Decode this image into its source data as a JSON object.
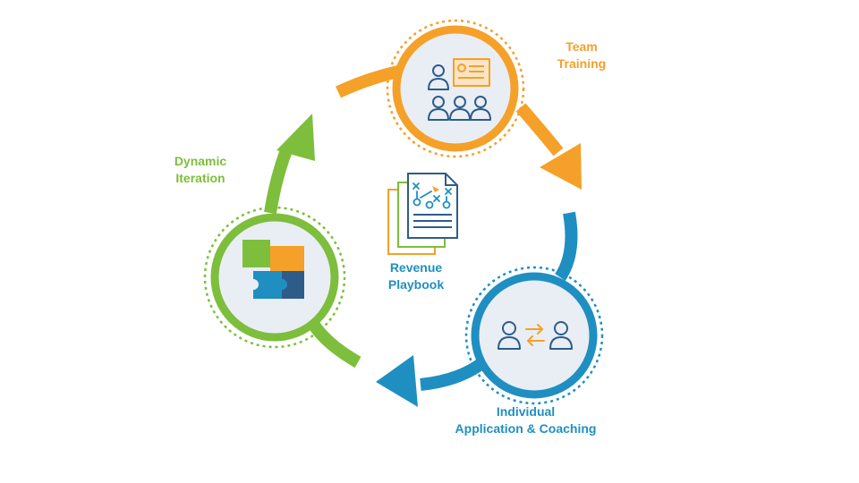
{
  "colors": {
    "orange": "#F5A028",
    "blue": "#1F8FC1",
    "green": "#7DBE3C",
    "navy": "#2E5C8A",
    "disc": "#E9EEF5"
  },
  "stages": [
    {
      "id": "team-training",
      "lines": [
        "Team",
        "Training"
      ],
      "color": "#F5A028",
      "icon": "classroom-icon"
    },
    {
      "id": "individual-coaching",
      "lines": [
        "Individual",
        "Application & Coaching"
      ],
      "color": "#1F8FC1",
      "icon": "people-exchange-icon"
    },
    {
      "id": "dynamic-iteration",
      "lines": [
        "Dynamic",
        "Iteration"
      ],
      "color": "#7DBE3C",
      "icon": "puzzle-icon"
    }
  ],
  "center": {
    "lines": [
      "Revenue",
      "Playbook"
    ],
    "color": "#1F8FC1",
    "icon": "playbook-document-icon"
  }
}
